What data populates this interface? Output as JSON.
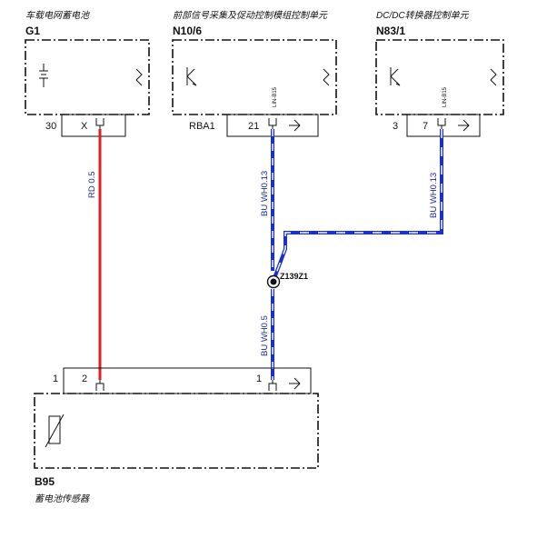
{
  "components": {
    "g1": {
      "name": "车载电网蓄电池",
      "id": "G1",
      "pins": {
        "left": "30",
        "right": "X"
      }
    },
    "n10": {
      "name": "前部信号采集及促动控制模组控制单元",
      "id": "N10/6",
      "pins": {
        "left": "RBA1",
        "right": "21"
      },
      "bus": "LIN-B15"
    },
    "n83": {
      "name": "DC/DC转换器控制单元",
      "id": "N83/1",
      "pins": {
        "left": "3",
        "right": "7"
      },
      "bus": "LIN-B15"
    },
    "b95": {
      "name": "蓄电池传感器",
      "id": "B95",
      "pins": {
        "p1_left": "1",
        "p2": "2",
        "p1": "1"
      }
    }
  },
  "wires": {
    "red": {
      "label": "RD 0.5",
      "color": "#e02020"
    },
    "bu1": {
      "label": "BU WH0.13",
      "color": "#1a2fd0"
    },
    "bu2": {
      "label": "BU WH0.13",
      "color": "#1a2fd0"
    },
    "bu3": {
      "label": "BU WH0.5",
      "color": "#1a2fd0"
    }
  },
  "splice": {
    "label": "Z139Z1"
  }
}
